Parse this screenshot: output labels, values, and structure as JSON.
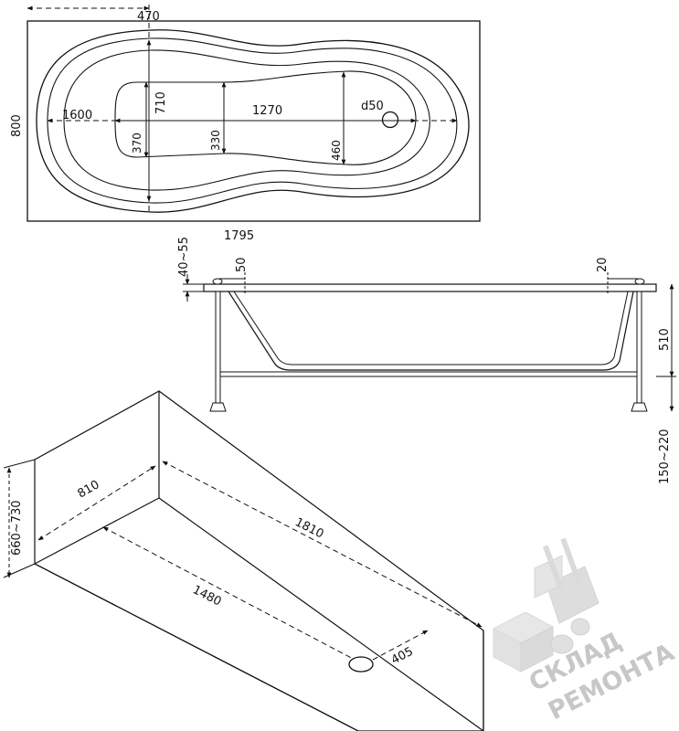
{
  "top_view": {
    "overall_width": "800",
    "overall_length": "1795",
    "top_offset": "470",
    "inner_length": "1600",
    "bottom_length": "1270",
    "inner_width_left": "710",
    "inner_width_right": "460",
    "bottom_width_left": "370",
    "bottom_width_mid": "330",
    "drain": "d50"
  },
  "side_view": {
    "rim_height": "40~55",
    "left_rim_offset": "50",
    "right_rim_offset": "20",
    "depth": "510",
    "leg_height": "150~220"
  },
  "box_view": {
    "width": "810",
    "length": "1810",
    "height": "660~730",
    "bottom_length": "1480",
    "drain_offset": "405"
  },
  "watermark": {
    "line1": "СКЛАД",
    "line2": "РЕМОНТА"
  }
}
